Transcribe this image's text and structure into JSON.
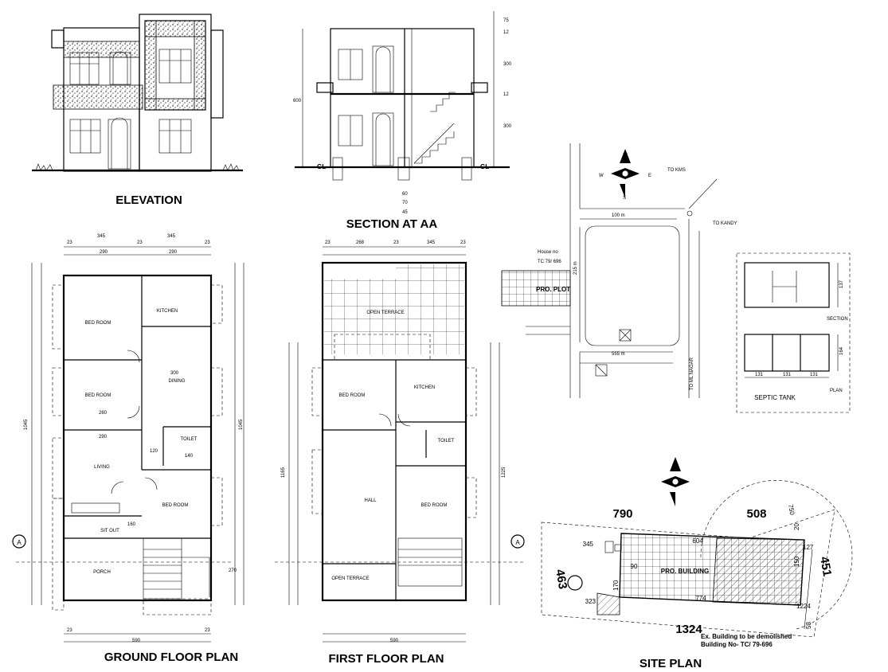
{
  "titles": {
    "elevation": "ELEVATION",
    "section": "SECTION AT AA",
    "ground": "GROUND FLOOR PLAN",
    "first": "FIRST FLOOR PLAN",
    "site": "SITE PLAN",
    "septic": "SEPTIC TANK"
  },
  "ground": {
    "rooms": {
      "bed1": "BED ROOM",
      "kitchen": "KITCHEN",
      "dining": "DINING",
      "bed2": "BED ROOM",
      "toilet": "TOILET",
      "living": "LIVING",
      "bed3": "BED ROOM",
      "sitout": "SIT OUT",
      "porch": "PORCH"
    },
    "dims": {
      "top1": "23",
      "top2": "345",
      "top3": "23",
      "top4": "345",
      "top5": "23",
      "in1": "290",
      "in2": "290",
      "total": "1045",
      "bot1": "23",
      "bot2": "590",
      "bot3": "23",
      "d300": "300",
      "d260": "260",
      "d290": "290",
      "d120": "120",
      "d140": "140",
      "d160": "160",
      "d270": "270"
    }
  },
  "first": {
    "rooms": {
      "terrace": "OPEN TERRACE",
      "bed1": "BED ROOM",
      "kitchen": "KITCHEN",
      "toilet": "TOILET",
      "hall": "HALL",
      "bed2": "BED ROOM",
      "terrace2": "OPEN TERRACE"
    },
    "dims": {
      "top1": "23",
      "top2": "268",
      "top3": "23",
      "top4": "345",
      "top5": "23",
      "total": "1165",
      "total2": "1225",
      "bot": "590"
    }
  },
  "section": {
    "gl": "GL",
    "dims": {
      "d1": "75",
      "d2": "12",
      "d3": "300",
      "d4": "12",
      "d5": "300",
      "d6": "600",
      "d7": "60",
      "d8": "70",
      "d9": "45"
    }
  },
  "location": {
    "north": "N",
    "w": "W",
    "e": "E",
    "s": "S",
    "house": "House no",
    "tc": "TC 79/ 696",
    "plot": "PRO. PLOT",
    "to_kandy": "TO KANDY",
    "d100": "100 m",
    "d555": "555 m",
    "d215": "215 m",
    "to_kms": "TO KMS",
    "to_mlnagar": "TO ML NAGAR"
  },
  "septic": {
    "section": "SECTION",
    "plan": "PLAN",
    "d1": "137",
    "d2": "164",
    "d3": "131",
    "d4": "131",
    "d5": "131"
  },
  "site": {
    "n790": "790",
    "n508": "508",
    "n345": "345",
    "n463": "463",
    "n323": "323",
    "n1324": "1324",
    "n604": "604",
    "n774": "774",
    "n90": "90",
    "n127": "127",
    "n750": "750",
    "n150": "150",
    "n20": "20",
    "n53": "53",
    "n1224": "1224",
    "n451": "451",
    "n170": "170",
    "building": "PRO. BUILDING",
    "note1": "Ex. Building to be demolished",
    "note2": "Building No- TC/ 79-696"
  },
  "marker": "A"
}
